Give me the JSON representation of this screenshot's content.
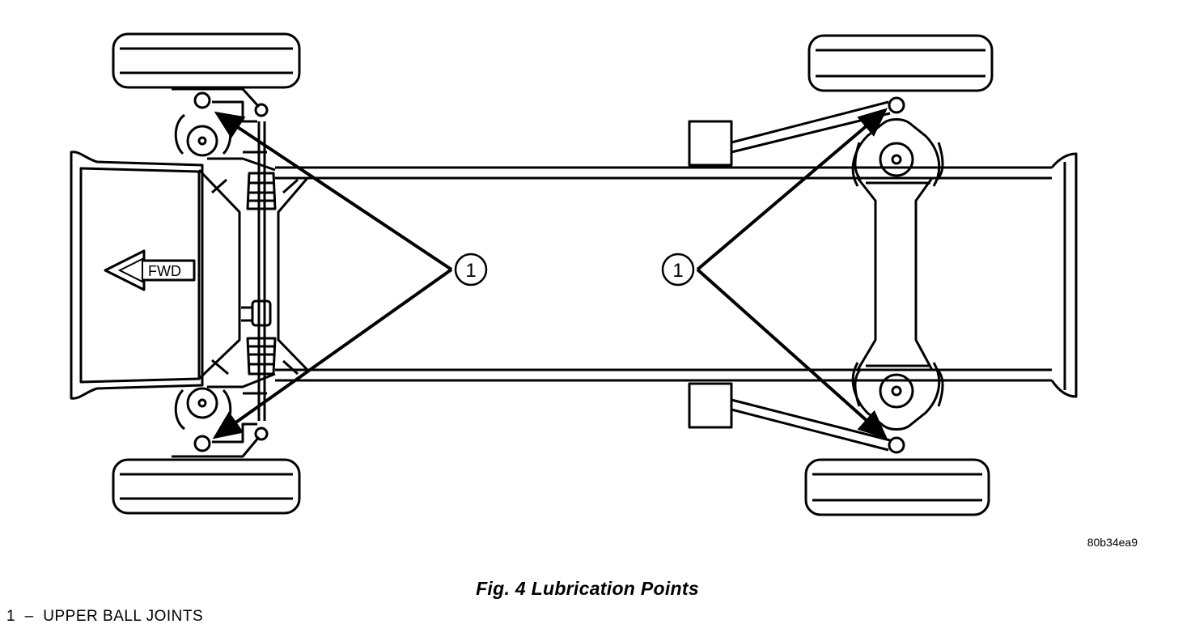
{
  "figure": {
    "caption": "Fig. 4 Lubrication Points",
    "image_code": "80b34ea9",
    "direction_label": "FWD"
  },
  "callouts": [
    {
      "number": "1"
    },
    {
      "number": "1"
    }
  ],
  "legend": {
    "items": [
      {
        "number": "1",
        "dash": "–",
        "text": "UPPER BALL JOINTS"
      }
    ]
  }
}
